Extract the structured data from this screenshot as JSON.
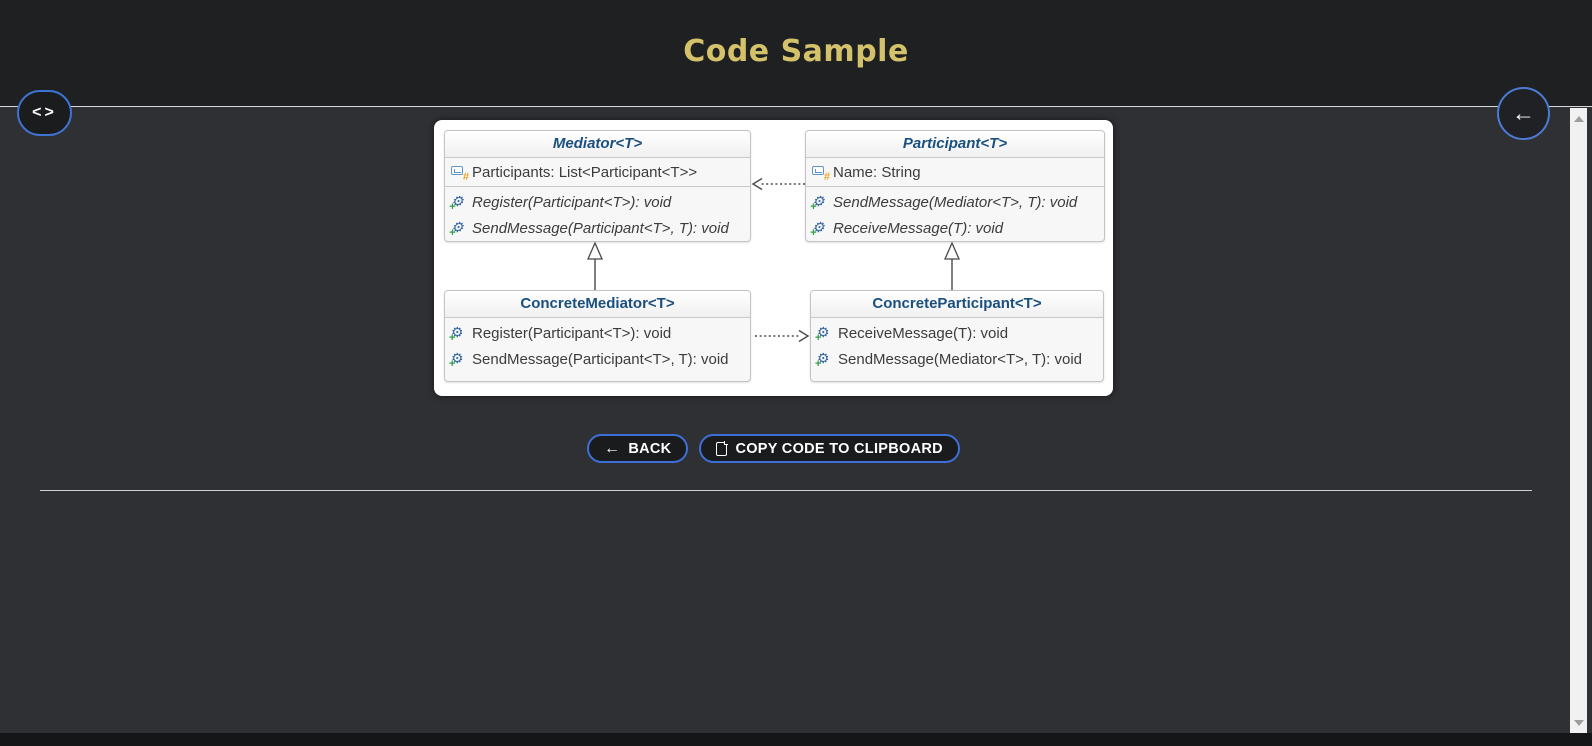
{
  "header": {
    "title": "Code Sample"
  },
  "corner": {
    "code_glyph": "<>",
    "back_glyph": "←"
  },
  "actions": {
    "back_label": "BACK",
    "copy_label": "COPY CODE TO CLIPBOARD"
  },
  "icons": {
    "code_toggle": "code-angle-brackets-icon",
    "back_arrow": "left-arrow-icon",
    "copy": "document-page-icon",
    "property": "field-rectangles-hash-icon",
    "method": "gear-plus-icon"
  },
  "diagram": {
    "classes": [
      {
        "name": "Mediator<T>",
        "abstract": true,
        "properties": [
          {
            "text": "Participants: List<Participant<T>>"
          }
        ],
        "methods": [
          {
            "text": "Register(Participant<T>): void",
            "italic": true
          },
          {
            "text": "SendMessage(Participant<T>, T): void",
            "italic": true
          }
        ]
      },
      {
        "name": "Participant<T>",
        "abstract": true,
        "properties": [
          {
            "text": "Name: String"
          }
        ],
        "methods": [
          {
            "text": "SendMessage(Mediator<T>, T): void",
            "italic": true
          },
          {
            "text": "ReceiveMessage(T): void",
            "italic": true
          }
        ]
      },
      {
        "name": "ConcreteMediator<T>",
        "abstract": false,
        "properties": [],
        "methods": [
          {
            "text": "Register(Participant<T>): void",
            "italic": false
          },
          {
            "text": "SendMessage(Participant<T>, T): void",
            "italic": false
          }
        ]
      },
      {
        "name": "ConcreteParticipant<T>",
        "abstract": false,
        "properties": [],
        "methods": [
          {
            "text": "ReceiveMessage(T): void",
            "italic": false
          },
          {
            "text": "SendMessage(Mediator<T>, T): void",
            "italic": false
          }
        ]
      }
    ],
    "relationships": [
      {
        "from": "Participant<T>",
        "to": "Mediator<T>",
        "type": "dashed-dependency"
      },
      {
        "from": "ConcreteMediator<T>",
        "to": "Mediator<T>",
        "type": "inheritance"
      },
      {
        "from": "ConcreteParticipant<T>",
        "to": "Participant<T>",
        "type": "inheritance"
      },
      {
        "from": "ConcreteMediator<T>",
        "to": "ConcreteParticipant<T>",
        "type": "dashed-dependency"
      }
    ]
  },
  "colors": {
    "header_bg": "#1f2022",
    "content_bg": "#2f3033",
    "title_gold": "#d3c26a",
    "accent_blue": "#3e6fd6",
    "class_name_blue": "#1a5080",
    "gear_blue": "#33659f",
    "plus_green": "#2ea043",
    "hash_orange": "#e8a42a"
  }
}
